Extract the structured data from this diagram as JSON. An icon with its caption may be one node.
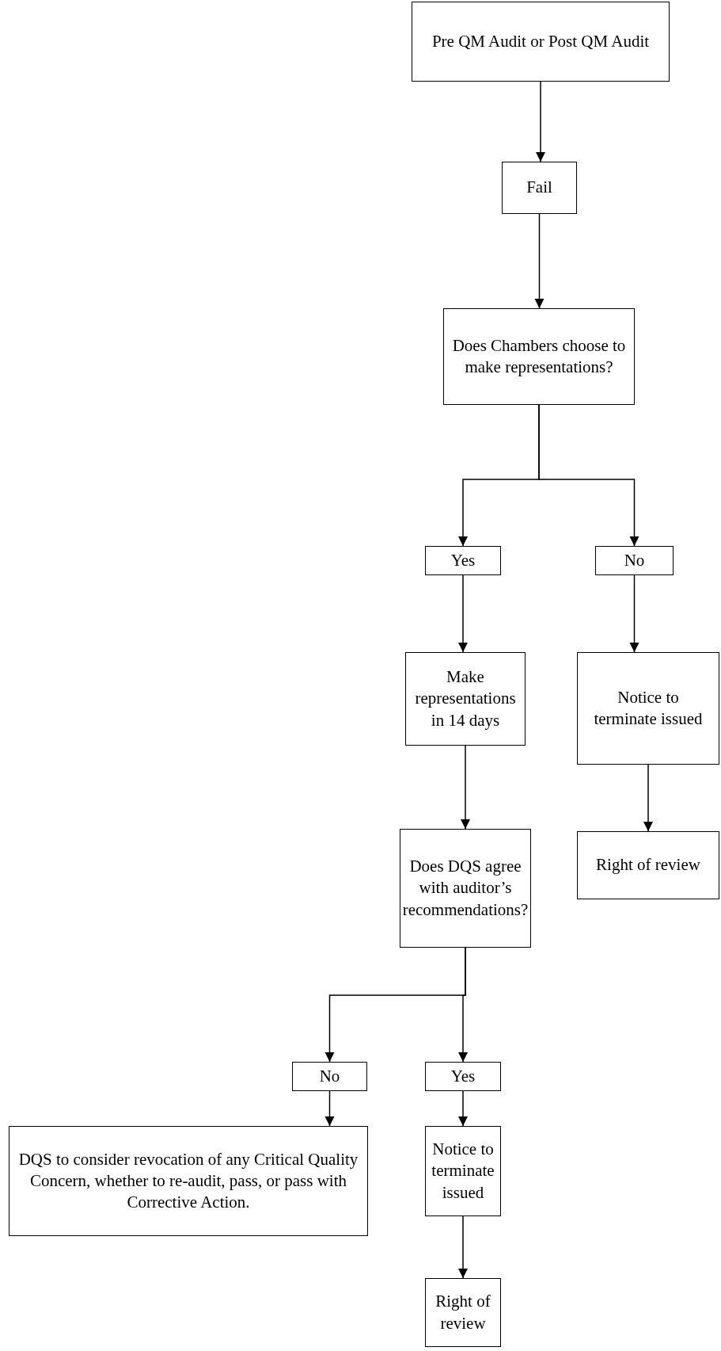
{
  "diagram": {
    "nodes": [
      {
        "text": [
          "Pre QM Audit or Post QM Audit"
        ]
      },
      {
        "text": [
          "Fail"
        ]
      },
      {
        "text": [
          "Does Chambers choose to make representations?"
        ]
      },
      {
        "text": [
          "Yes"
        ]
      },
      {
        "text": [
          "No"
        ]
      },
      {
        "text": [
          "Make representations in 14 days"
        ]
      },
      {
        "text": [
          "Notice to terminate issued"
        ]
      },
      {
        "text": [
          "Right of review"
        ]
      },
      {
        "text": [
          "Does DQS agree with auditor’s recommendations?"
        ]
      },
      {
        "text": [
          "No"
        ]
      },
      {
        "text": [
          "Yes"
        ]
      },
      {
        "text": [
          "DQS to consider revocation of any Critical Quality Concern, whether to re-audit, pass, or pass with Corrective Action."
        ]
      },
      {
        "text": [
          "Notice to terminate issued"
        ]
      },
      {
        "text": [
          "Right of review"
        ]
      }
    ],
    "edges": [
      {
        "from": 0,
        "to": 1,
        "arrow": "to"
      },
      {
        "from": 1,
        "to": 2,
        "arrow": "to"
      },
      {
        "from": 2,
        "to": 3,
        "arrow": "to"
      },
      {
        "from": 2,
        "to": 4,
        "arrow": "to"
      },
      {
        "from": 3,
        "to": 5,
        "arrow": "to"
      },
      {
        "from": 4,
        "to": 6,
        "arrow": "to"
      },
      {
        "from": 5,
        "to": 8,
        "arrow": "to"
      },
      {
        "from": 6,
        "to": 7,
        "arrow": "to"
      },
      {
        "from": 8,
        "to": 9,
        "arrow": "to"
      },
      {
        "from": 8,
        "to": 10,
        "arrow": "to"
      },
      {
        "from": 9,
        "to": 11,
        "arrow": "to"
      },
      {
        "from": 10,
        "to": 12,
        "arrow": "to"
      },
      {
        "from": 12,
        "to": 13,
        "arrow": "to"
      }
    ]
  }
}
